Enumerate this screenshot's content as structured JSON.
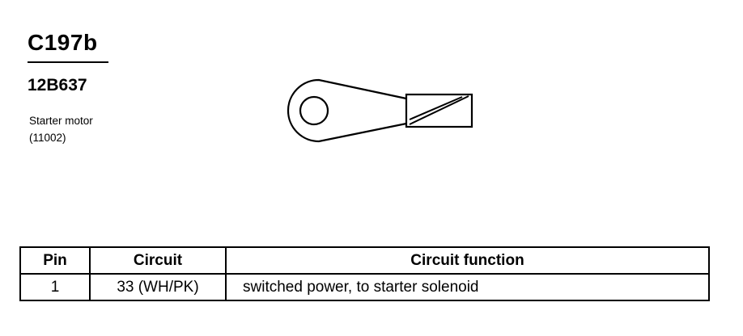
{
  "connector": {
    "id": "C197b",
    "part_number": "12B637",
    "component_name": "Starter motor",
    "component_code": "(11002)"
  },
  "pin_table": {
    "headers": [
      "Pin",
      "Circuit",
      "Circuit function"
    ],
    "rows": [
      {
        "pin": "1",
        "circuit": "33 (WH/PK)",
        "function": "switched power, to starter solenoid"
      }
    ]
  }
}
